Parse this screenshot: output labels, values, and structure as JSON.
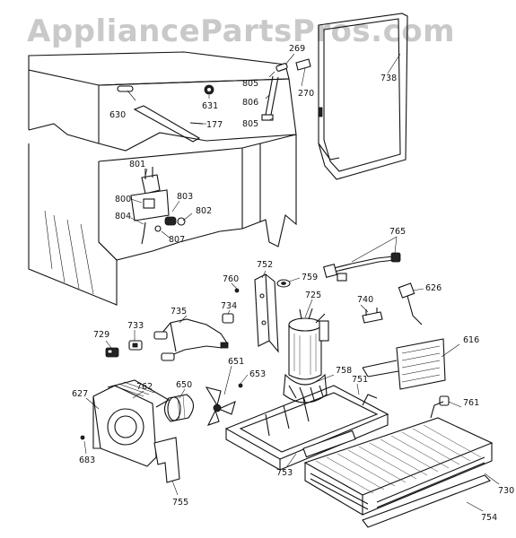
{
  "watermark": "AppliancePartsPros.com",
  "callouts": {
    "p630": "630",
    "p631": "631",
    "p177": "177",
    "p269": "269",
    "p270": "270",
    "p805a": "805",
    "p806": "806",
    "p805b": "805",
    "p738": "738",
    "p801": "801",
    "p800": "800",
    "p803": "803",
    "p802": "802",
    "p804": "804",
    "p807": "807",
    "p765": "765",
    "p626": "626",
    "p760": "760",
    "p752": "752",
    "p759": "759",
    "p725": "725",
    "p740": "740",
    "p735": "735",
    "p734": "734",
    "p733": "733",
    "p729": "729",
    "p651": "651",
    "p653": "653",
    "p650": "650",
    "p758": "758",
    "p751": "751",
    "p616": "616",
    "p761": "761",
    "p627": "627",
    "p762": "762",
    "p683": "683",
    "p755": "755",
    "p753": "753",
    "p730": "730",
    "p754": "754"
  }
}
